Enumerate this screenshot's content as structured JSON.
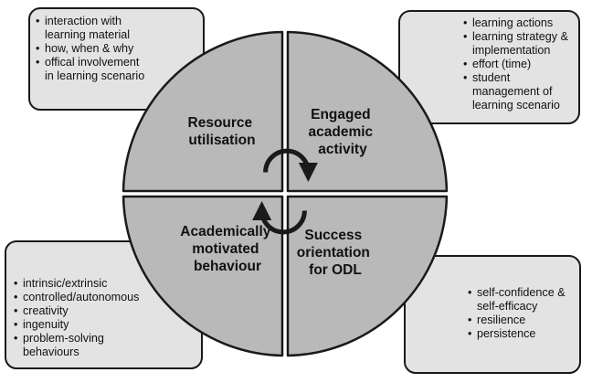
{
  "quadrants": {
    "top_left": {
      "lines": [
        "Resource",
        "utilisation"
      ]
    },
    "top_right": {
      "lines": [
        "Engaged",
        "academic",
        "activity"
      ]
    },
    "bottom_left": {
      "lines": [
        "Academically",
        "motivated",
        "behaviour"
      ]
    },
    "bottom_right": {
      "lines": [
        "Success",
        "orientation",
        "for ODL"
      ]
    }
  },
  "cards": {
    "top_left": {
      "items": [
        [
          "interaction with",
          "learning material"
        ],
        [
          "how, when & why"
        ],
        [
          "offical involvement",
          "in learning scenario"
        ]
      ]
    },
    "top_right": {
      "items": [
        [
          "learning actions"
        ],
        [
          "learning strategy &",
          "implementation"
        ],
        [
          "effort (time)"
        ],
        [
          "student",
          "management of",
          "learning scenario"
        ]
      ]
    },
    "bottom_left": {
      "items": [
        [
          "intrinsic/extrinsic"
        ],
        [
          "controlled/autonomous"
        ],
        [
          "creativity"
        ],
        [
          "ingenuity"
        ],
        [
          "problem-solving",
          "behaviours"
        ]
      ]
    },
    "bottom_right": {
      "items": [
        [
          "self-confidence &",
          "self-efficacy"
        ],
        [
          "resilience"
        ],
        [
          "persistence"
        ]
      ]
    }
  },
  "colors": {
    "quadrant_fill": "#b9b9b9",
    "card_fill": "#e3e3e3",
    "stroke": "#1a1a1a"
  },
  "icons": {
    "center": "cycle-arrows-icon"
  }
}
